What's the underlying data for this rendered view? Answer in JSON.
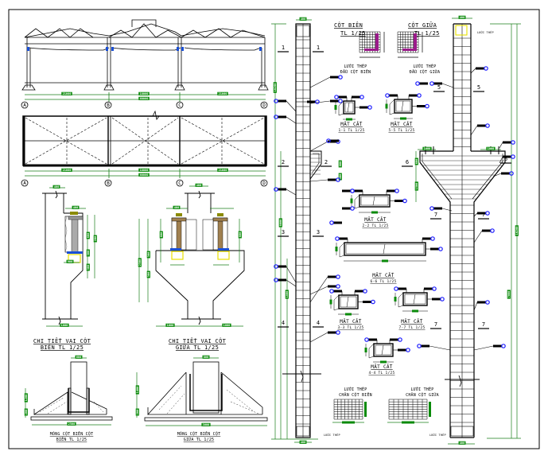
{
  "sheet": {
    "colors": {
      "line": "#000000",
      "dimension": "#1a7f1a",
      "dimension_tag": "#0a8a0a",
      "leader_bubble": "#1a1aff",
      "rebar_highlight": "#9b1a8a",
      "anchor_yellow": "#e8e000",
      "bearing_blue": "#1a4fd6",
      "background": "#ffffff"
    }
  },
  "frame_elevation": {
    "grid_labels": [
      "A",
      "B",
      "C",
      "D"
    ],
    "span_dims": [
      "21000",
      "18000",
      "21000"
    ],
    "total_dim": "60000"
  },
  "frame_plan": {
    "grid_labels": [
      "A",
      "B",
      "C",
      "D"
    ],
    "span_dims": [
      "21000",
      "18000",
      "21000"
    ],
    "total_dim": "60000"
  },
  "shoulder_detail_edge": {
    "title_line1": "CHI TIẾT VAI CỘT",
    "title_line2": "BIÊN TL 1/25",
    "dims": [
      "400",
      "400",
      "600",
      "300",
      "200",
      "300",
      "900",
      "1000"
    ]
  },
  "shoulder_detail_middle": {
    "title_line1": "CHI TIẾT VAI CỘT",
    "title_line2": "GIỮA TL 1/25",
    "dims": [
      "400",
      "1000",
      "400",
      "1000",
      "600",
      "600",
      "300",
      "300",
      "2500"
    ]
  },
  "footing_edge": {
    "title_line1": "MÓNG CỘT BIÊN CỘT",
    "title_line2": "BIÊN TL 1/25",
    "dims": [
      "600",
      "2500",
      "1200",
      "200"
    ]
  },
  "footing_middle": {
    "title_line1": "MÓNG CỘT BIÊN CỘT",
    "title_line2": "GIỮA TL 1/25",
    "dims": [
      "800",
      "3000",
      "1400",
      "200"
    ]
  },
  "column_edge": {
    "title": "CỘT BIÊN",
    "scale": "TL 1/25",
    "section_marks": [
      "1",
      "2",
      "3",
      "4"
    ],
    "base_label": "LƯỚI THÉP",
    "top_dim": "400",
    "bottom_dim": "400",
    "height_dims": [
      "1800",
      "6000",
      "10200"
    ]
  },
  "column_middle": {
    "title": "CỘT GIỮA",
    "scale": "TL 1/25",
    "section_marks": [
      "5",
      "6",
      "7"
    ],
    "base_label": "LƯỚI THÉP",
    "top_dim": "400",
    "bottom_dim": "400",
    "height_dims": [
      "1000",
      "1500",
      "10200"
    ]
  },
  "mesh_details": [
    {
      "line1": "LƯỚI THÉP",
      "line2": "ĐẦU CỘT BIÊN"
    },
    {
      "line1": "LƯỚI THÉP",
      "line2": "ĐẦU CỘT GIỮA"
    },
    {
      "line1": "LƯỚI THÉP",
      "line2": "CHÂN CỘT BIÊN"
    },
    {
      "line1": "LƯỚI THÉP",
      "line2": "CHÂN CỘT GIỮA"
    }
  ],
  "sections": [
    {
      "id": "1-1",
      "title": "MẶT CẮT",
      "caption": "1-1 TL 1/25"
    },
    {
      "id": "5-5",
      "title": "MẶT CẮT",
      "caption": "5-5 TL 1/25"
    },
    {
      "id": "2-2",
      "title": "MẶT CẮT",
      "caption": "2-2 TL 1/25"
    },
    {
      "id": "6-6",
      "title": "MẶT CẮT",
      "caption": "6-6 TL 1/25"
    },
    {
      "id": "3-3",
      "title": "MẶT CẮT",
      "caption": "3-3 TL 1/25"
    },
    {
      "id": "7-7",
      "title": "MẶT CẮT",
      "caption": "7-7 TL 1/25"
    },
    {
      "id": "4-4",
      "title": "MẶT CẮT",
      "caption": "4-4 TL 1/25"
    }
  ]
}
